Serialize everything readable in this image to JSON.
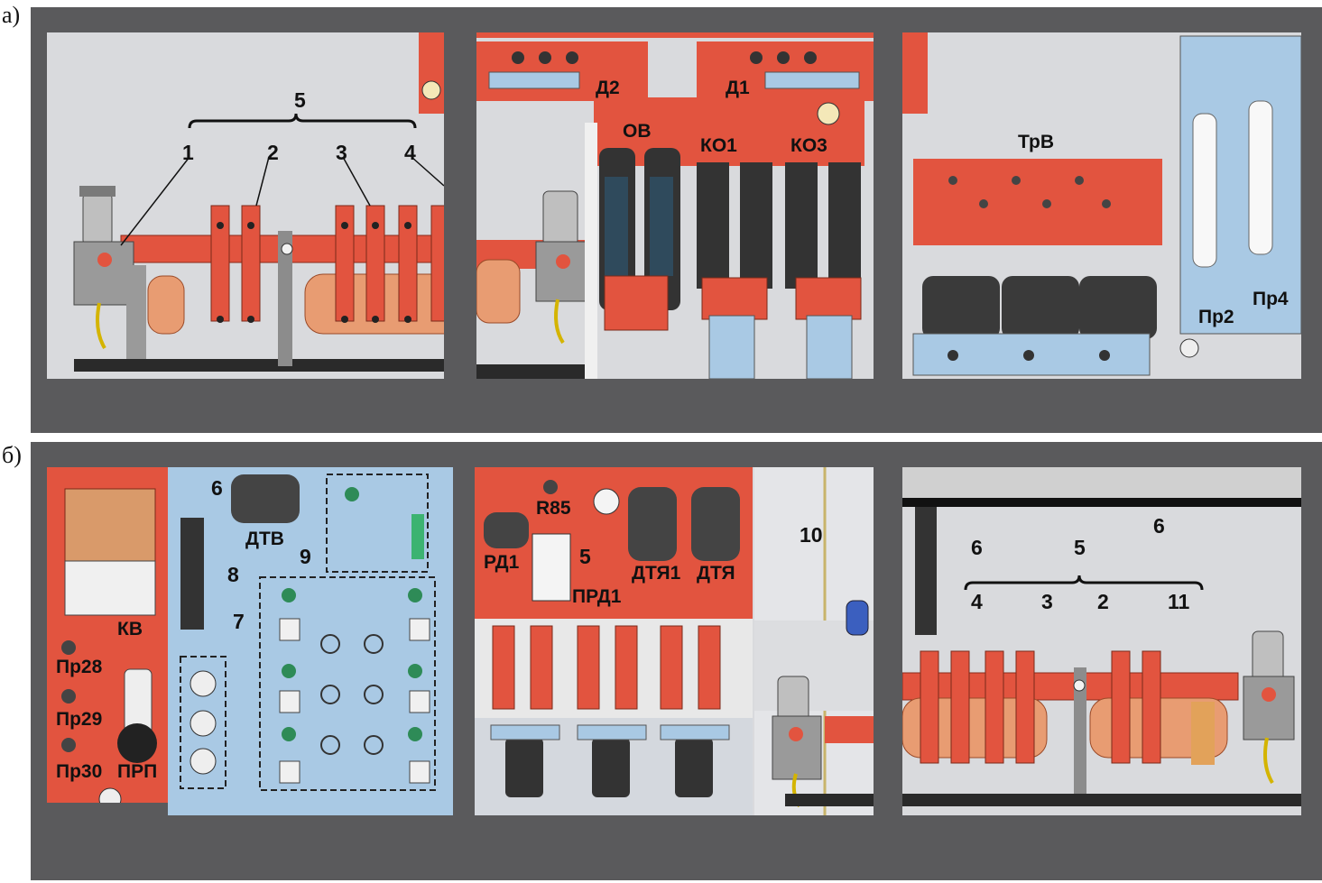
{
  "rows": {
    "a": {
      "label": "а)"
    },
    "b": {
      "label": "б)"
    }
  },
  "a": {
    "callouts": {
      "n1": "1",
      "n2": "2",
      "n3": "3",
      "n4": "4",
      "n5": "5"
    },
    "labels": {
      "d2": "Д2",
      "d1": "Д1",
      "ov": "ОВ",
      "ko1": "КО1",
      "ko3": "КО3",
      "trv": "ТрВ",
      "pr2": "Пр2",
      "pr4": "Пр4"
    }
  },
  "b": {
    "callouts": {
      "n6": "6",
      "n7": "7",
      "n8": "8",
      "n9": "9",
      "n5a": "5",
      "n10": "10",
      "n6b": "6",
      "n6c": "6",
      "n5b": "5",
      "n4": "4",
      "n3": "3",
      "n2": "2",
      "n11": "11"
    },
    "labels": {
      "kv": "КВ",
      "pr28": "Пр28",
      "pr29": "Пр29",
      "pr30": "Пр30",
      "prp": "ПРП",
      "dtv": "ДТВ",
      "r85": "R85",
      "rd1": "РД1",
      "prd1": "ПРД1",
      "dtya1": "ДТЯ1",
      "dtya": "ДТЯ"
    }
  },
  "colors": {
    "frame": "#5a5a5c",
    "panel": "#d9dadd",
    "red": "#e2543f",
    "blue": "#a9c9e4"
  }
}
